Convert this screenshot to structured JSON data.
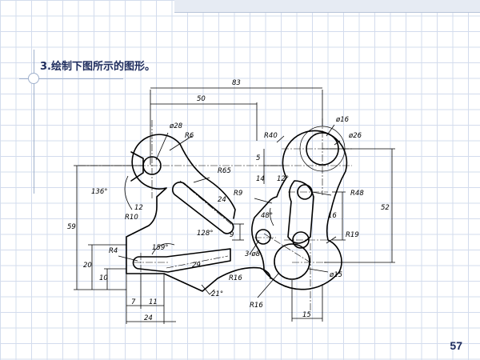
{
  "slide": {
    "instruction": "3.绘制下图所示的图形。",
    "page_number": "57"
  },
  "drawing": {
    "dims": {
      "d83": "83",
      "d50": "50",
      "d28": "ø28",
      "r6": "R6",
      "r40": "R40",
      "d16": "ø16",
      "d26": "ø26",
      "d5": "5",
      "d14": "14",
      "r65": "R65",
      "a136": "136°",
      "a12deg": "12°",
      "r48": "R48",
      "r9": "R9",
      "d24": "24",
      "d12": "12",
      "r10": "R10",
      "a48": "48°",
      "d16b": "16",
      "d52": "52",
      "d59": "59",
      "a128": "128°",
      "d9": "9",
      "r19": "R19",
      "r4": "R4",
      "a159": "159°",
      "d3x8": "3-ø8",
      "d20": "20",
      "d29": "29",
      "d10": "10",
      "r16a": "R16",
      "a21": "21°",
      "d15a": "ø15",
      "d7": "7",
      "d11": "11",
      "r16b": "R16",
      "d15b": "15",
      "d24b": "24"
    }
  }
}
